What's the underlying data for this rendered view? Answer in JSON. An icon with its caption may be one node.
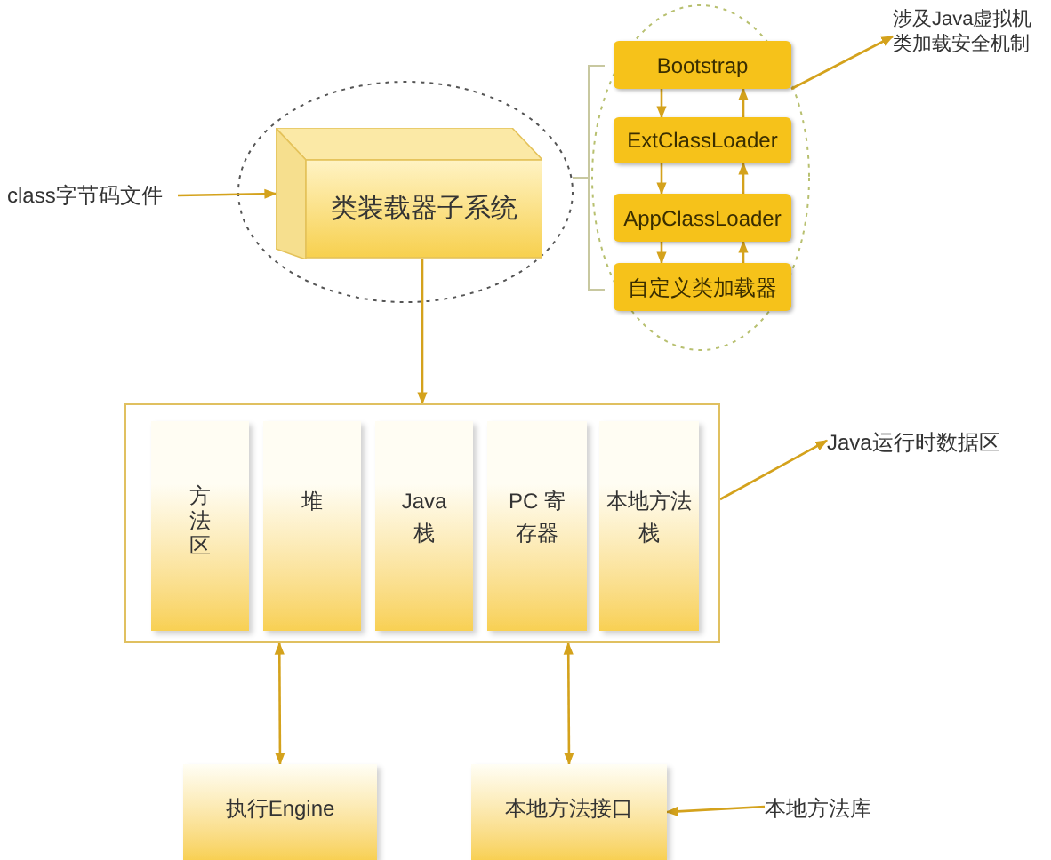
{
  "diagram": {
    "nodes": [
      {
        "text": [
          "class字节码文件"
        ]
      },
      {
        "text": [
          "类装载器子系统"
        ]
      },
      {
        "text": [
          "Bootstrap"
        ]
      },
      {
        "text": [
          "ExtClassLoader"
        ]
      },
      {
        "text": [
          "AppClassLoader"
        ]
      },
      {
        "text": [
          "自定义类加载器"
        ]
      },
      {
        "text": [
          "涉及Java虚拟机类加载安全机制"
        ]
      },
      {
        "text": [],
        "shape": "box"
      },
      {
        "text": [
          "方法区"
        ],
        "in": 7
      },
      {
        "text": [
          "堆"
        ],
        "in": 7
      },
      {
        "text": [
          "Java栈"
        ],
        "in": 7
      },
      {
        "text": [
          "PC 寄存器"
        ],
        "in": 7
      },
      {
        "text": [
          "本地方法栈"
        ],
        "in": 7
      },
      {
        "text": [
          "Java运行时数据区"
        ]
      },
      {
        "text": [
          "执行Engine"
        ]
      },
      {
        "text": [
          "本地方法接口"
        ]
      },
      {
        "text": [
          "本地方法库"
        ]
      }
    ],
    "edges": [
      {
        "from": 0,
        "to": 1,
        "arrow": "to"
      },
      {
        "from": 1,
        "to": 7,
        "arrow": "to"
      },
      {
        "from": 2,
        "to": 3,
        "arrow": "to"
      },
      {
        "from": 3,
        "to": 2,
        "arrow": "to"
      },
      {
        "from": 3,
        "to": 4,
        "arrow": "to"
      },
      {
        "from": 4,
        "to": 3,
        "arrow": "to"
      },
      {
        "from": 4,
        "to": 5,
        "arrow": "to"
      },
      {
        "from": 5,
        "to": 4,
        "arrow": "to"
      },
      {
        "from": 2,
        "to": 6,
        "arrow": "to"
      },
      {
        "from": 7,
        "to": 13,
        "arrow": "to"
      },
      {
        "from": 7,
        "to": 14,
        "arrow": "both"
      },
      {
        "from": 7,
        "to": 15,
        "arrow": "both"
      },
      {
        "from": 16,
        "to": 15,
        "arrow": "to"
      }
    ]
  }
}
